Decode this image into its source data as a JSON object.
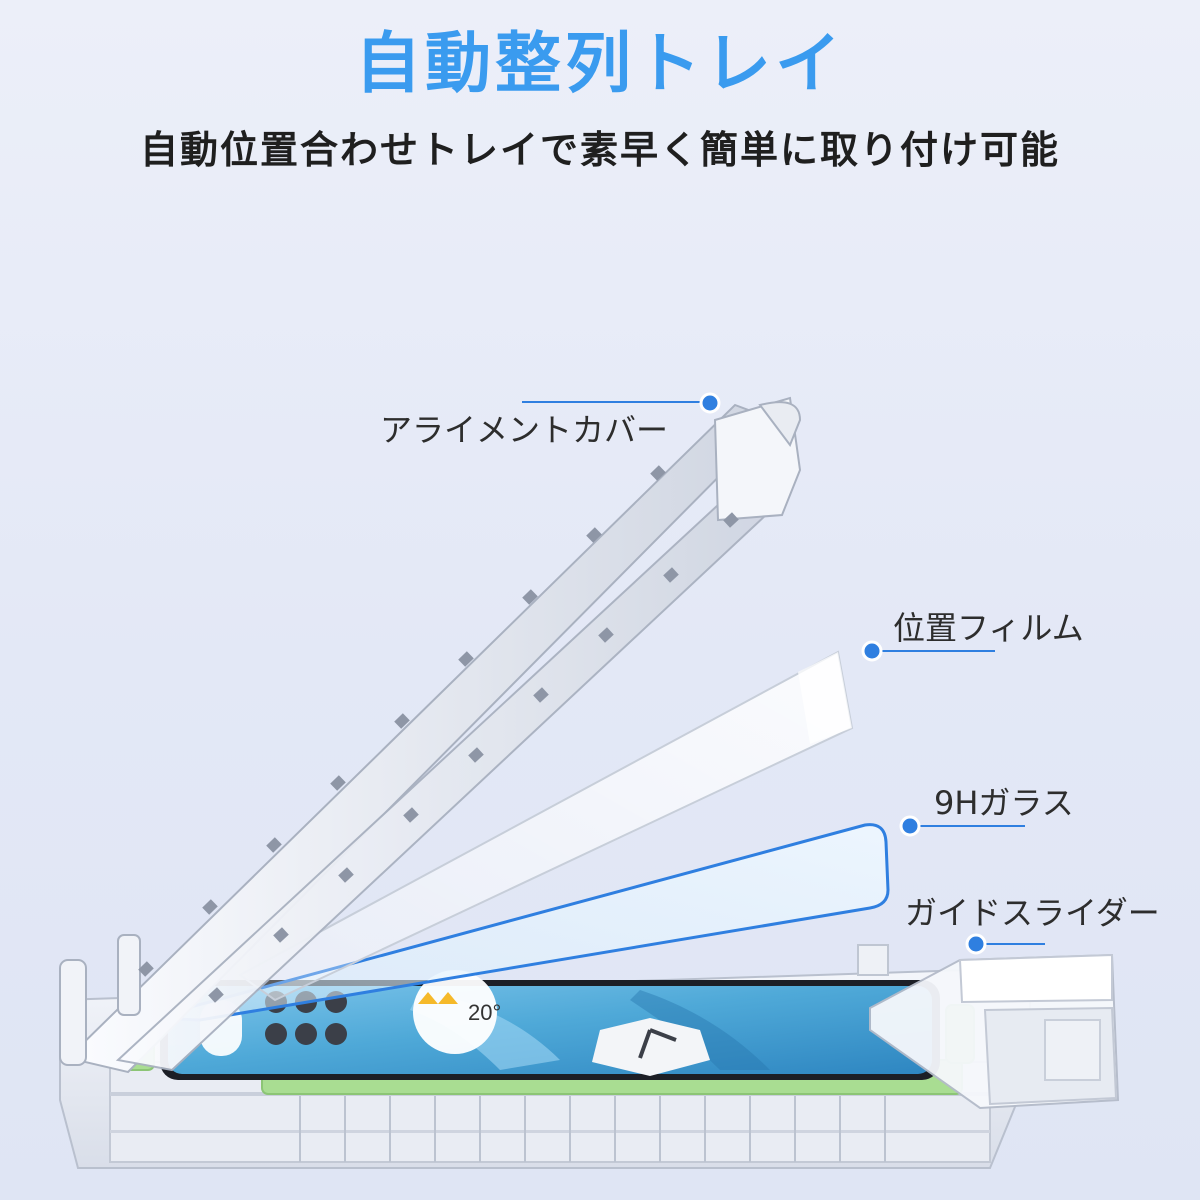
{
  "header": {
    "title": "自動整列トレイ",
    "subtitle": "自動位置合わせトレイで素早く簡単に取り付け可能"
  },
  "callouts": {
    "cover": "アライメントカバー",
    "film": "位置フィルム",
    "glass": "9Hガラス",
    "slider": "ガイドスライダー"
  },
  "phone_screen": {
    "temperature": "20°"
  },
  "colors": {
    "title": "#3a9bef",
    "accent": "#2f7fe0",
    "tray_green": "#a9dd92",
    "screen_blue": "#4fa9d8"
  },
  "icons": {
    "callout_marker": "blue-dot-icon"
  }
}
